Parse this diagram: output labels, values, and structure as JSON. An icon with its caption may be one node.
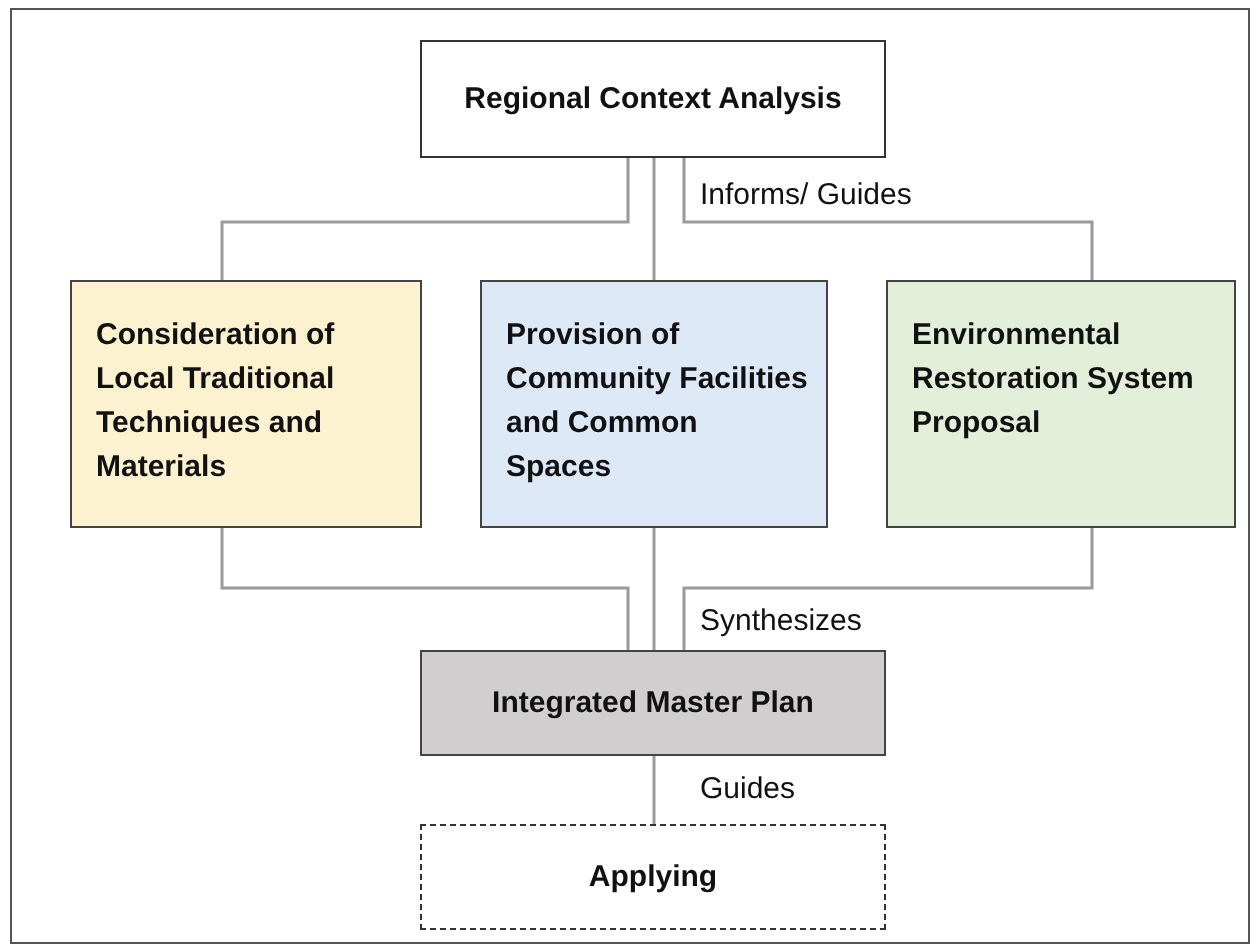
{
  "diagram": {
    "nodes": [
      {
        "text": [
          "Regional Context Analysis"
        ]
      },
      {
        "text": [
          "Consideration of Local Traditional Techniques and Materials"
        ]
      },
      {
        "text": [
          "Provision of Community Facilities and Common Spaces"
        ]
      },
      {
        "text": [
          "Environmental Restoration System Proposal"
        ]
      },
      {
        "text": [
          "Integrated Master Plan"
        ]
      },
      {
        "text": [
          "Applying"
        ]
      }
    ],
    "edges": [
      {
        "from": 0,
        "to": 1,
        "arrow": "none"
      },
      {
        "from": 0,
        "to": 2,
        "arrow": "none"
      },
      {
        "from": 0,
        "to": 3,
        "arrow": "none",
        "label": "Informs/ Guides"
      },
      {
        "from": 1,
        "to": 4,
        "arrow": "none"
      },
      {
        "from": 2,
        "to": 4,
        "arrow": "none"
      },
      {
        "from": 3,
        "to": 4,
        "arrow": "none",
        "label": "Synthesizes"
      },
      {
        "from": 4,
        "to": 5,
        "arrow": "none",
        "label": "Guides"
      }
    ]
  }
}
